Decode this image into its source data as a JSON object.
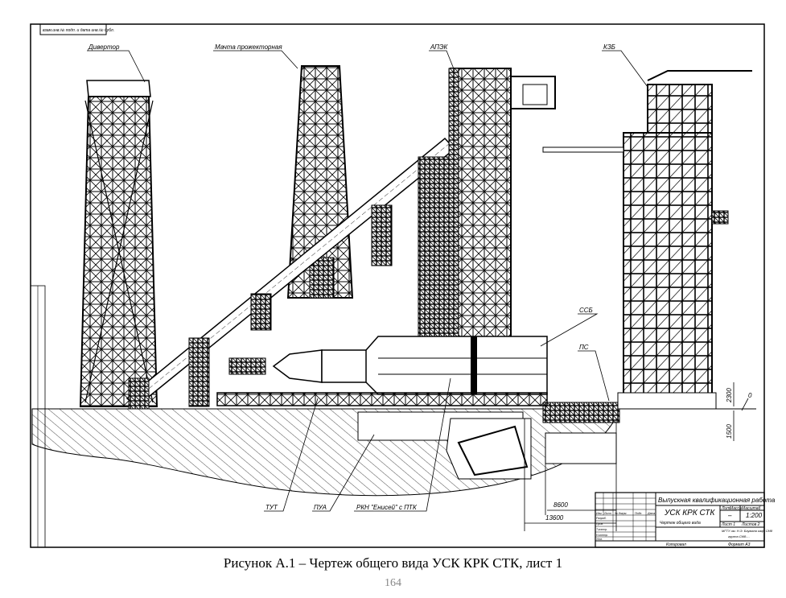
{
  "drawing": {
    "corner_stamp": "взам.инв.№ подп. и дата инв.№ дубл.",
    "labels": {
      "divertor": "Дивертор",
      "mast": "Мачта прожекторная",
      "apek": "АПЭК",
      "kzb": "КЗБ",
      "ssb": "ССБ",
      "ps": "ПС",
      "tut": "ТУТ",
      "pua": "ПУА",
      "rkn": "РКН \"Енисей\" с ПТК"
    },
    "dimensions": {
      "d8600": "8600",
      "d13600": "13600",
      "d2300": "2300",
      "d1500": "1500",
      "zero": "0"
    },
    "title_block": {
      "work_type": "Выпускная квалификационная работа",
      "designation": "УСК КРК СТК",
      "doc_name": "Чертеж общего вида",
      "scale_header": "Масштаб",
      "mass_header": "Масса",
      "lit_header": "Лит.",
      "scale": "1:200",
      "mass": "–",
      "sheet": "Лист 1",
      "sheets": "Листов 2",
      "org": "МГТУ им. Н.Э. Баумана каф. СМ8",
      "group": "группа СМ8-...",
      "copied": "Копировал",
      "format": "Формат А3",
      "rows": [
        "Изм.",
        "Лист",
        "№ докум.",
        "Подп.",
        "Дата",
        "Разраб.",
        "Пров.",
        "Т.контр.",
        "Н.контр.",
        "Утв."
      ]
    }
  },
  "caption": "Рисунок А.1 – Чертеж общего вида УСК КРК СТК, лист 1",
  "page_number": "164"
}
